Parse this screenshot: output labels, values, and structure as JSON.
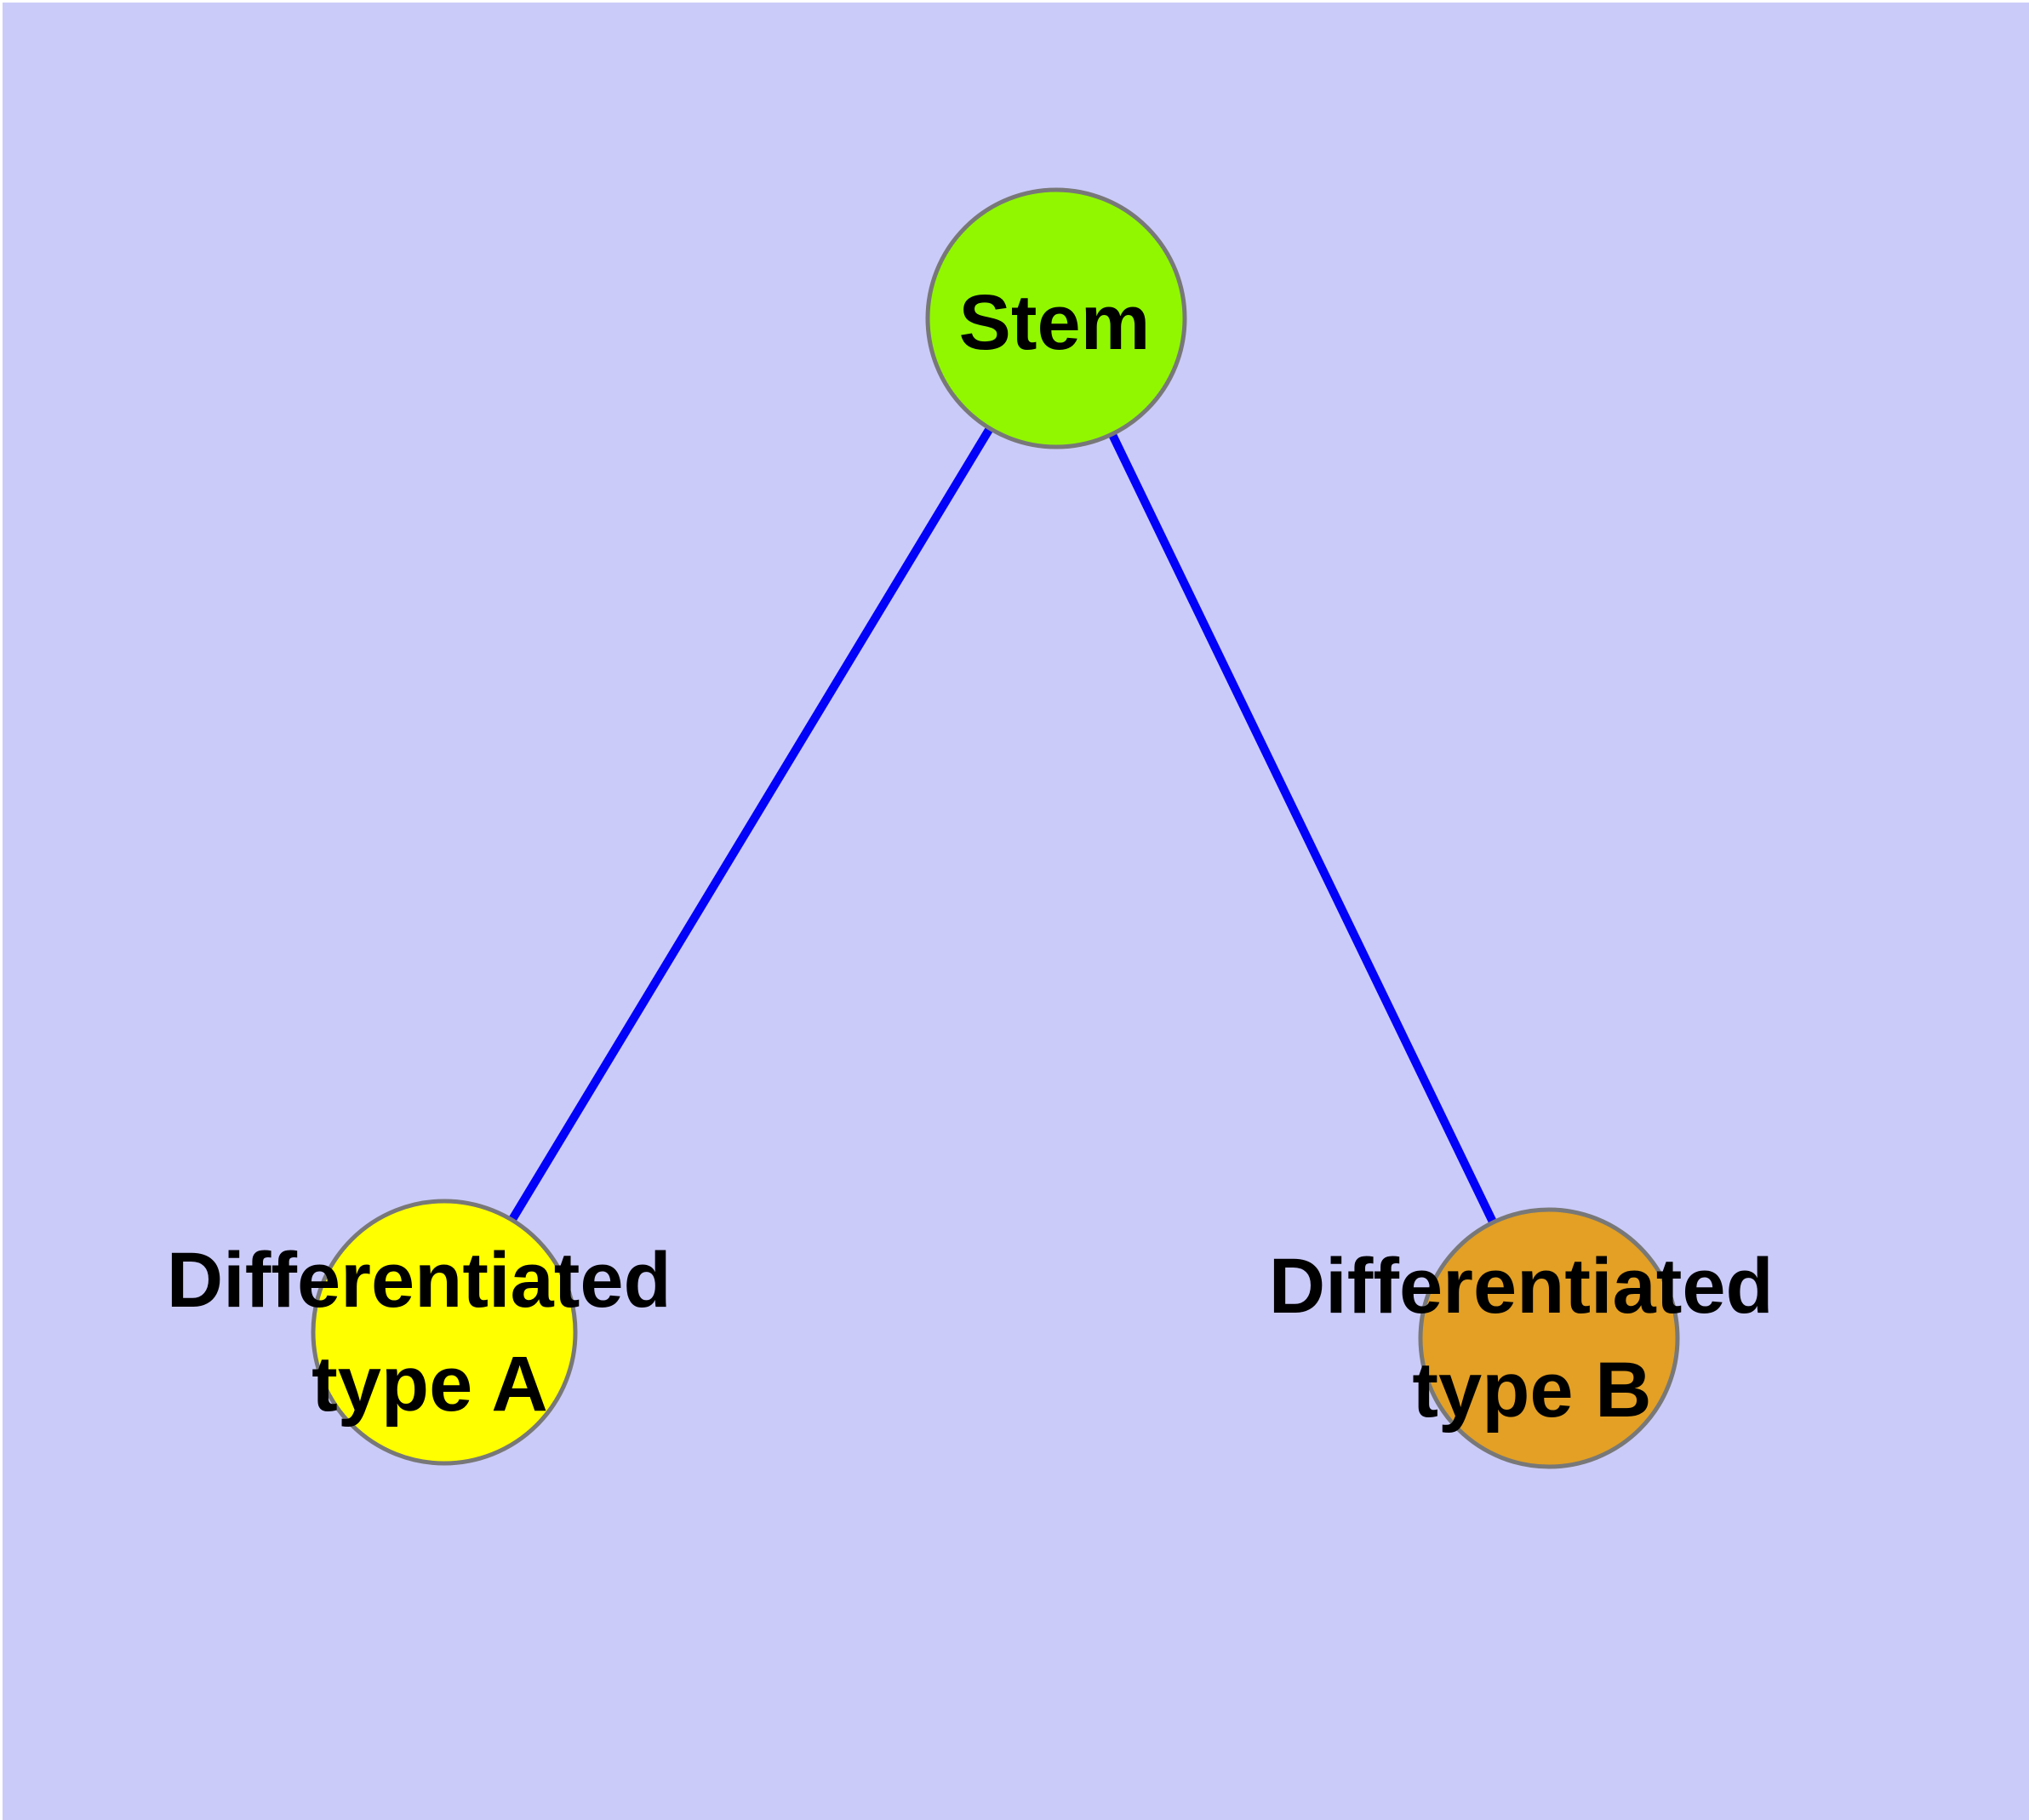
{
  "canvas": {
    "background": "#CBCBF9",
    "margin_color": "#FFFFFF"
  },
  "graph": {
    "text_color": "#000000",
    "node_border_color": "#787878",
    "edge_color": "#0202F8",
    "nodes": [
      {
        "id": "stem",
        "label": "Stem",
        "fill": "#90F700"
      },
      {
        "id": "differentiated-type-a",
        "label": "Differentiated type A",
        "label_line1": "Differentiated",
        "label_line2": "type A",
        "fill": "#FFFF00"
      },
      {
        "id": "differentiated-type-b",
        "label": "Differentiated type B",
        "label_line1": "Differentiated",
        "label_line2": "type B",
        "fill": "#E3A024"
      }
    ],
    "edges": [
      {
        "from": "stem",
        "to": "differentiated-type-a"
      },
      {
        "from": "stem",
        "to": "differentiated-type-b"
      }
    ]
  }
}
